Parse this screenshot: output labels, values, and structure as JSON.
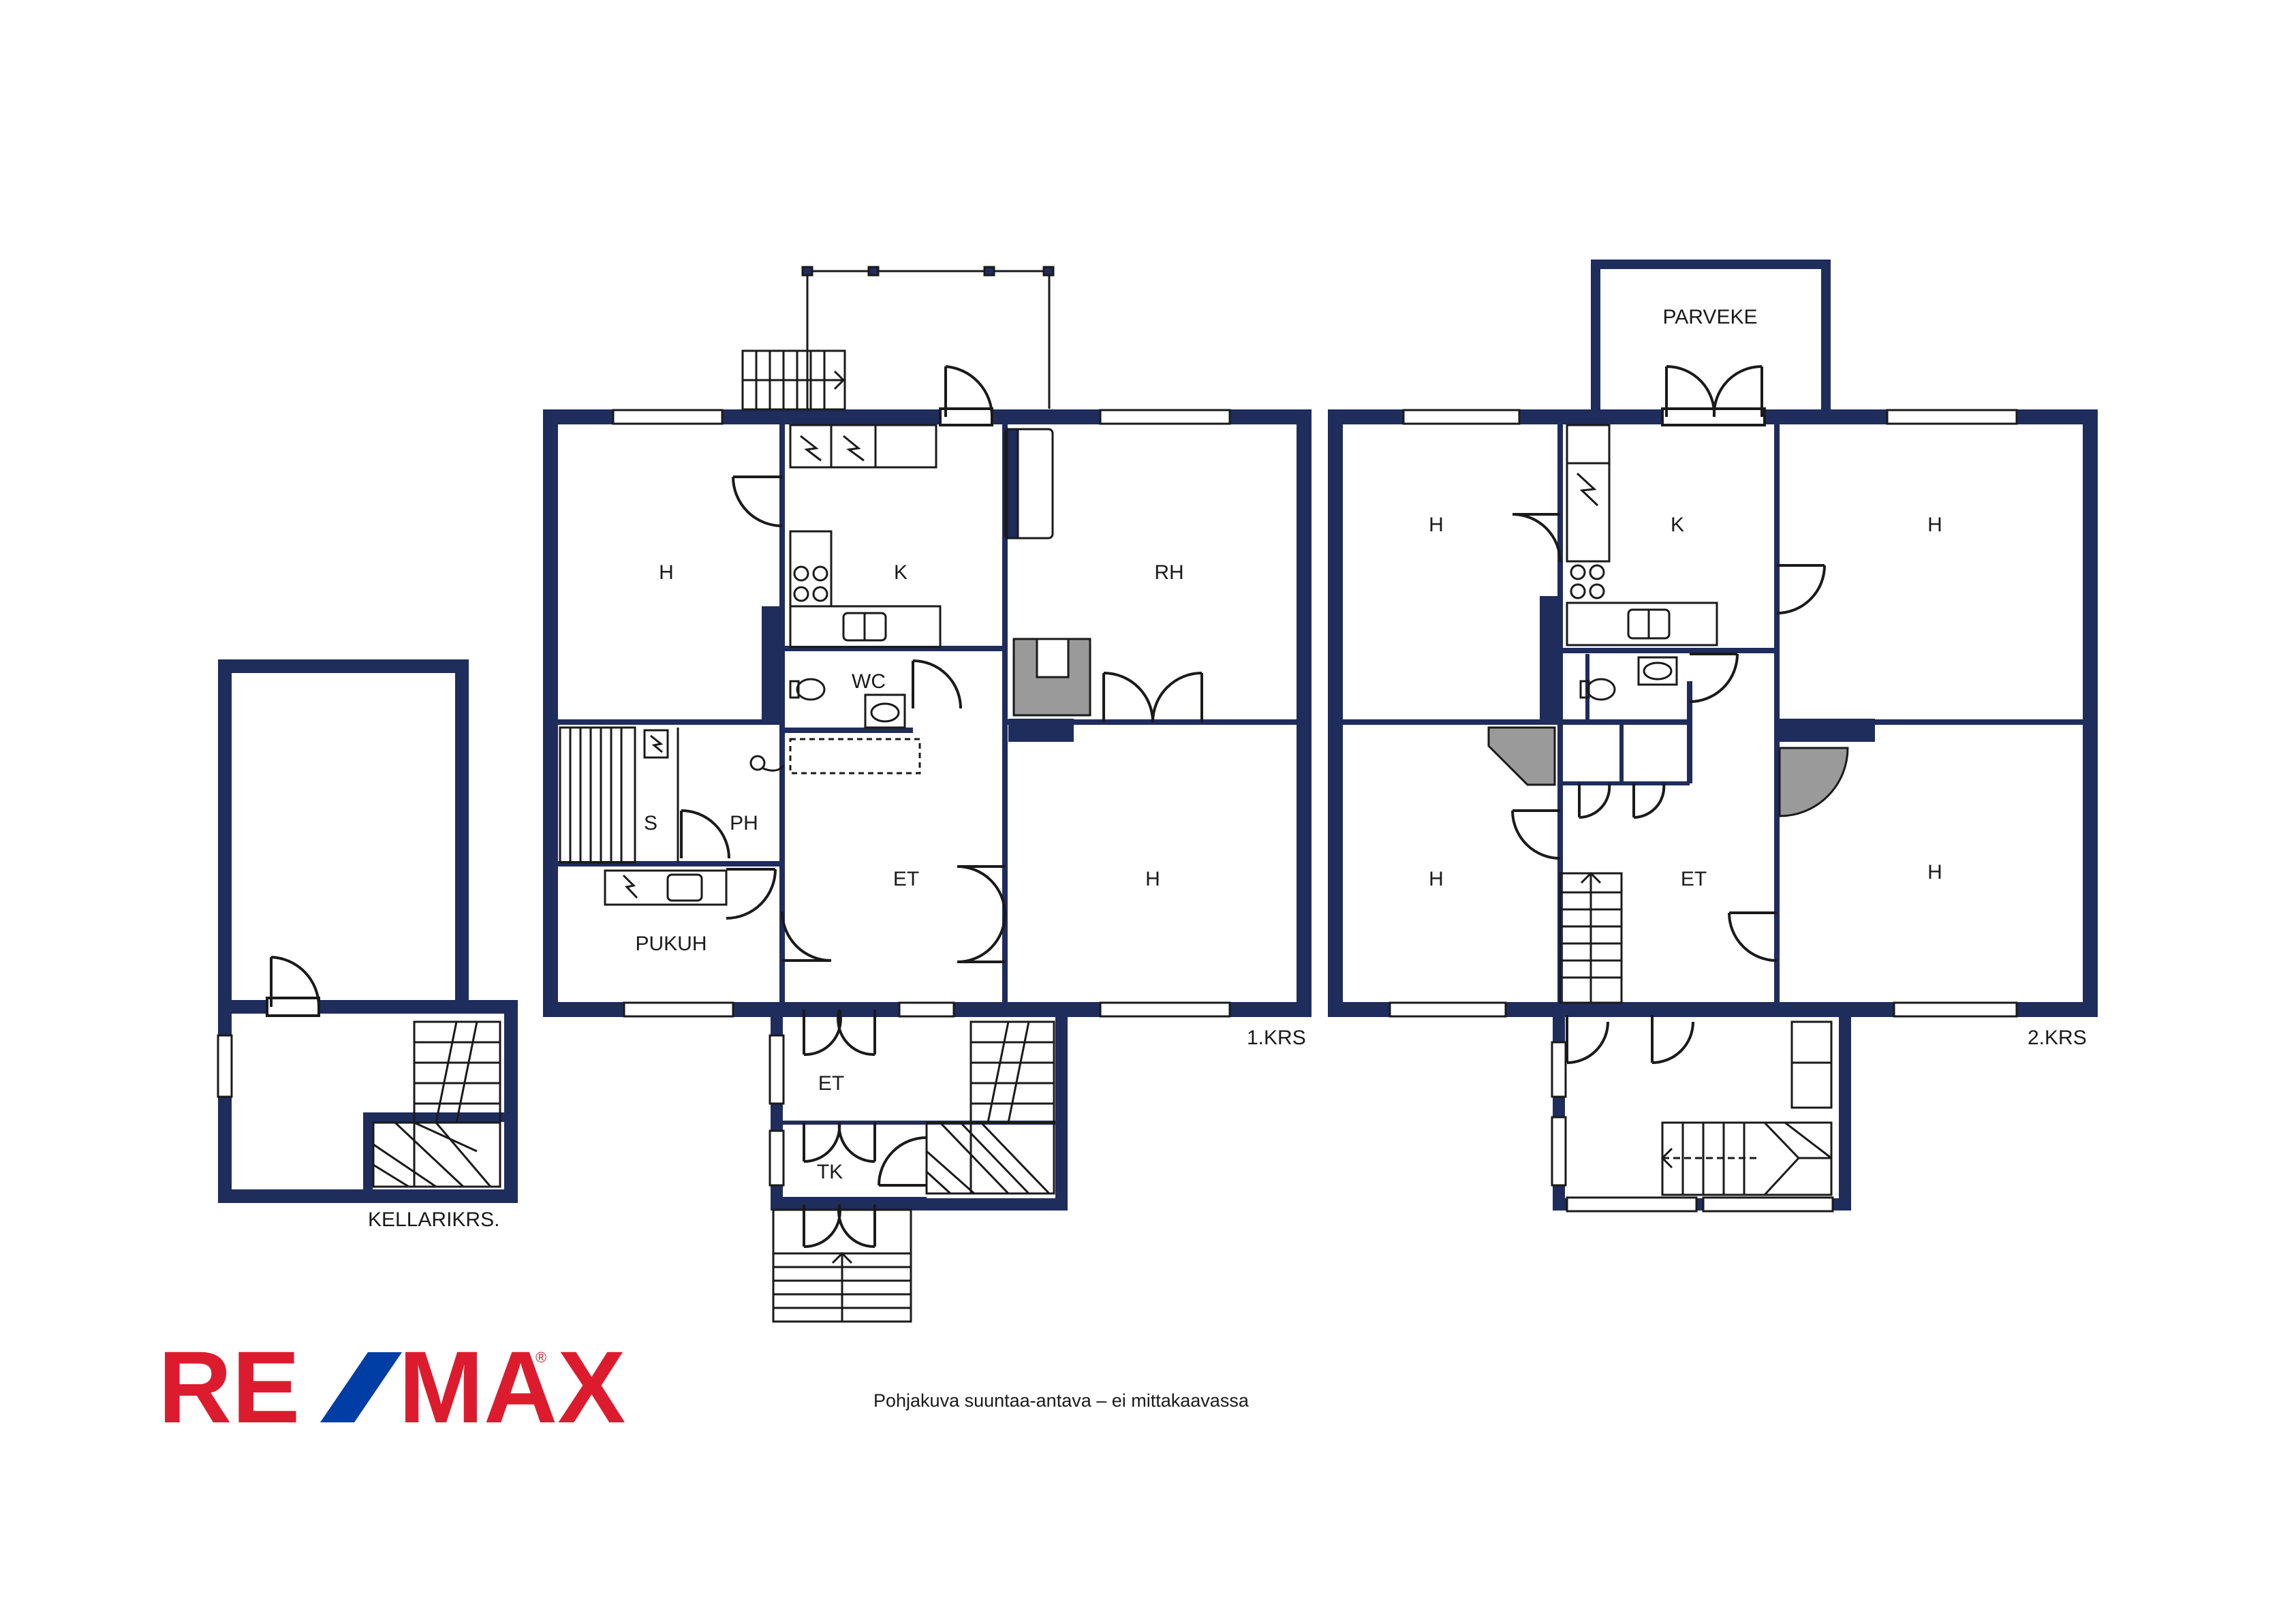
{
  "colors": {
    "wall": "#1f2d5c",
    "logo_red": "#dc1c2e",
    "logo_blue": "#003da5",
    "text": "#1a1a1a",
    "fixture": "#1a1a1a",
    "fill_gray": "#9a9a9a"
  },
  "basement": {
    "floor_label": "KELLARIKRS."
  },
  "floor1": {
    "floor_label": "1.KRS",
    "rooms": {
      "h_top_left": "H",
      "k": "K",
      "rh": "RH",
      "wc": "WC",
      "s": "S",
      "ph": "PH",
      "et_center": "ET",
      "h_right": "H",
      "pukuh": "PUKUH",
      "et_entry": "ET",
      "tk": "TK"
    }
  },
  "floor2": {
    "floor_label": "2.KRS",
    "rooms": {
      "parveke": "PARVEKE",
      "h_top_left": "H",
      "k": "K",
      "h_top_right": "H",
      "h_bottom_left": "H",
      "et": "ET",
      "h_bottom_right": "H"
    }
  },
  "logo": {
    "re": "RE",
    "slash": "/",
    "max": "MAX",
    "registered": "®"
  },
  "disclaimer": "Pohjakuva suuntaa-antava – ei mittakaavassa"
}
